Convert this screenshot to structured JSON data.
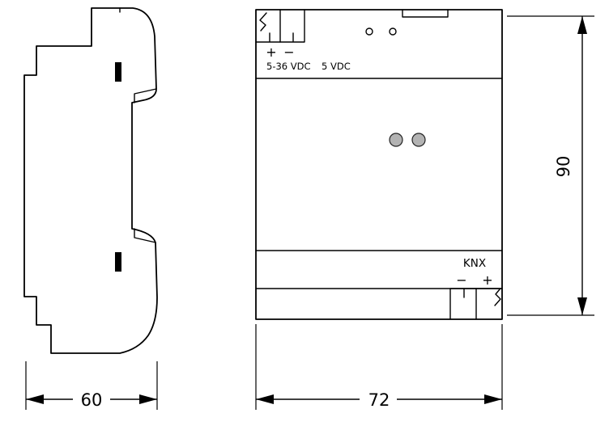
{
  "front": {
    "power": {
      "plus": "+",
      "minus": "−",
      "input_label": "5-36 VDC",
      "output_label": "5 VDC"
    },
    "knx": {
      "label": "KNX",
      "minus": "−",
      "plus": "+"
    }
  },
  "dimensions": {
    "side_width": "60",
    "front_width": "72",
    "height": "90"
  },
  "colors": {
    "line": "#000000",
    "led": "#b3b3b3",
    "hole": "#cccccc"
  }
}
